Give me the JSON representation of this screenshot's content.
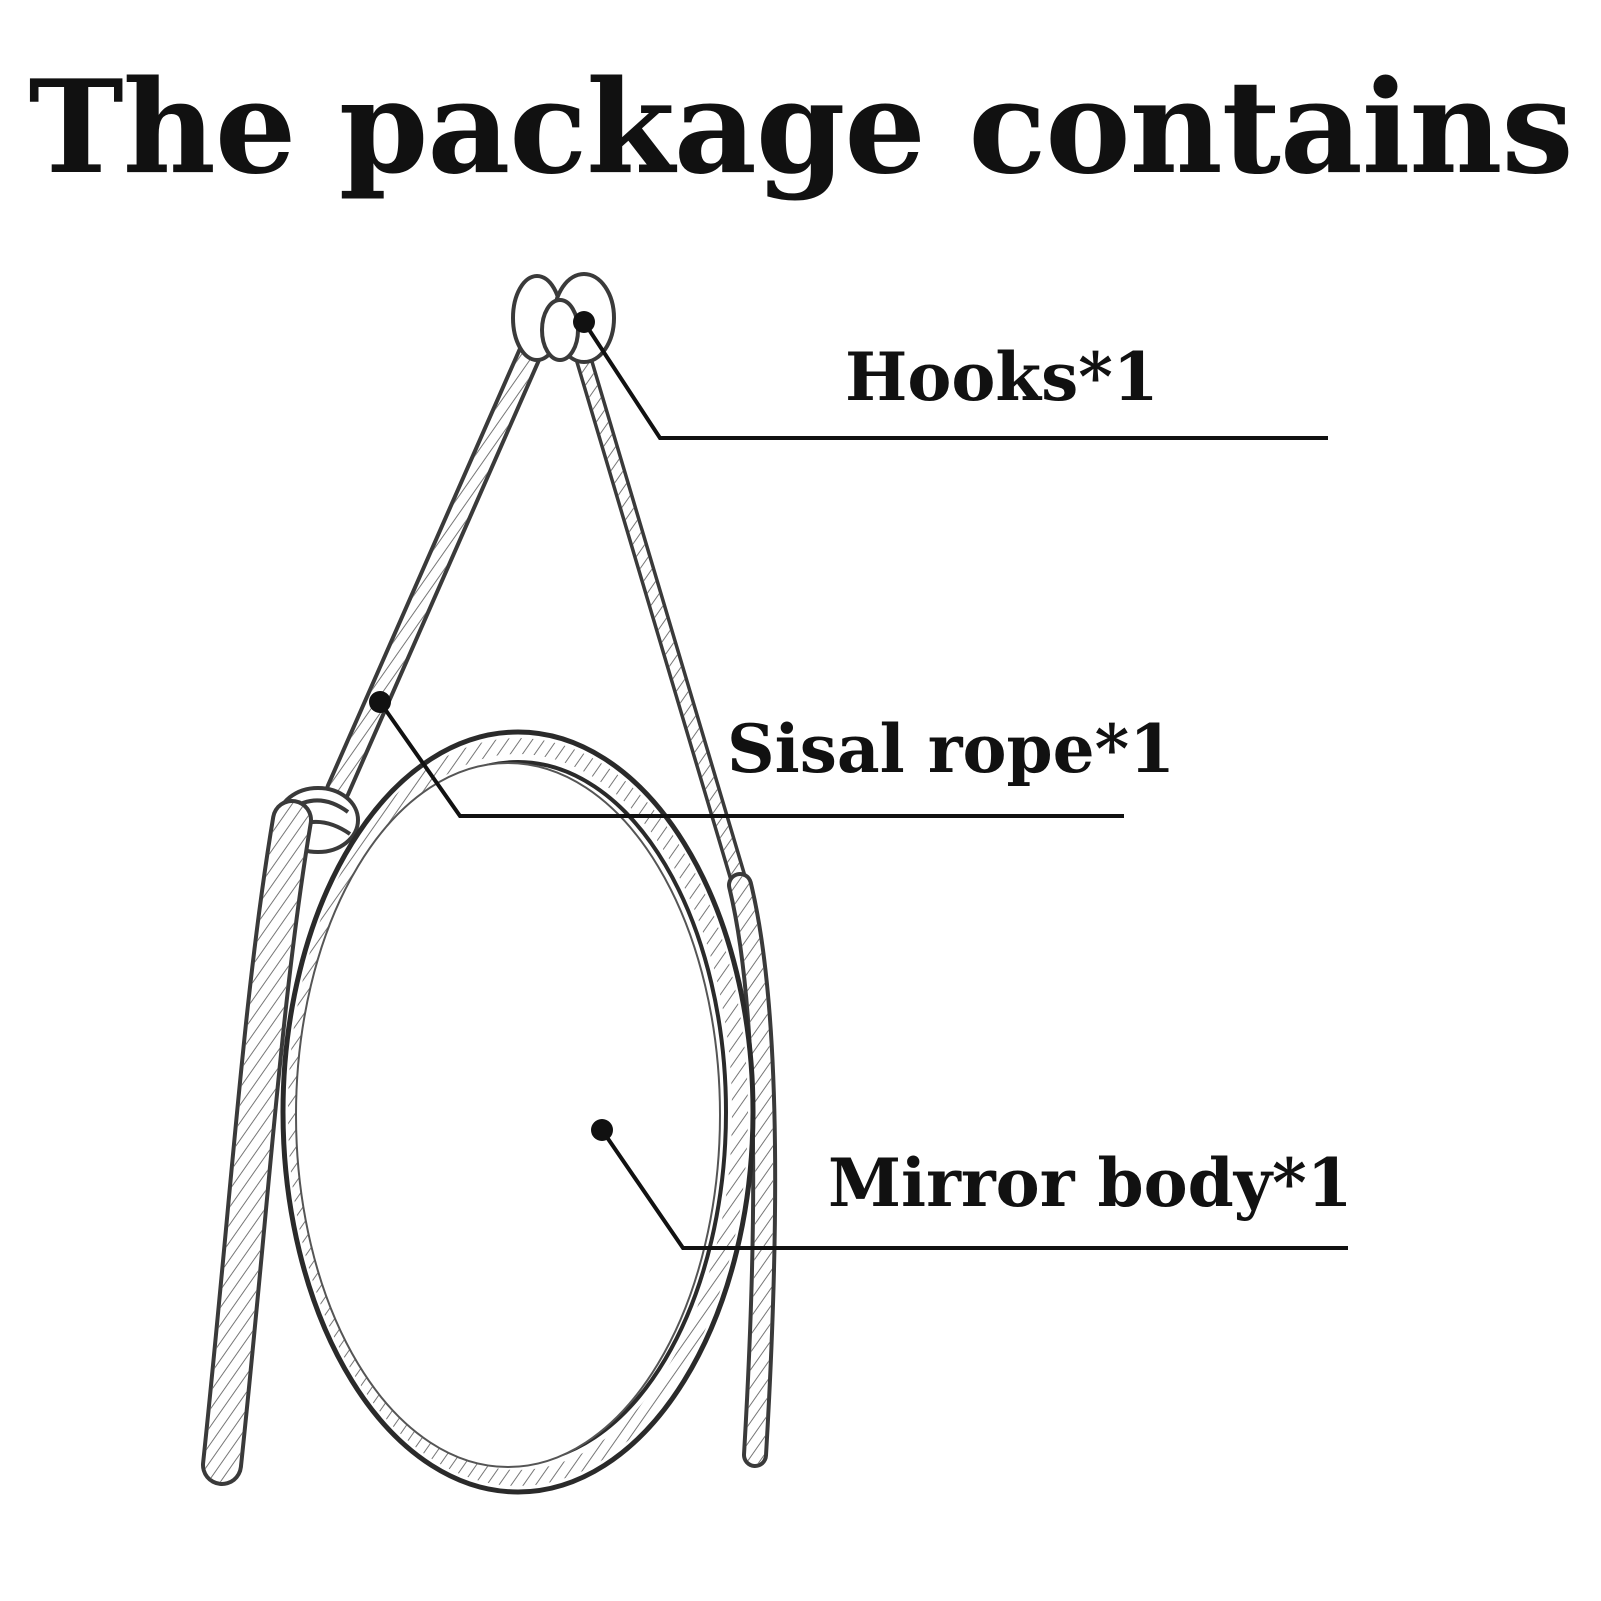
{
  "title": "The package contains",
  "colors": {
    "ink": "#111111",
    "rope": "#3a3a3a",
    "background": "#ffffff"
  },
  "callouts": [
    {
      "id": "hooks",
      "label": "Hooks*1"
    },
    {
      "id": "rope",
      "label": "Sisal rope*1"
    },
    {
      "id": "mirror",
      "label": "Mirror body*1"
    }
  ]
}
